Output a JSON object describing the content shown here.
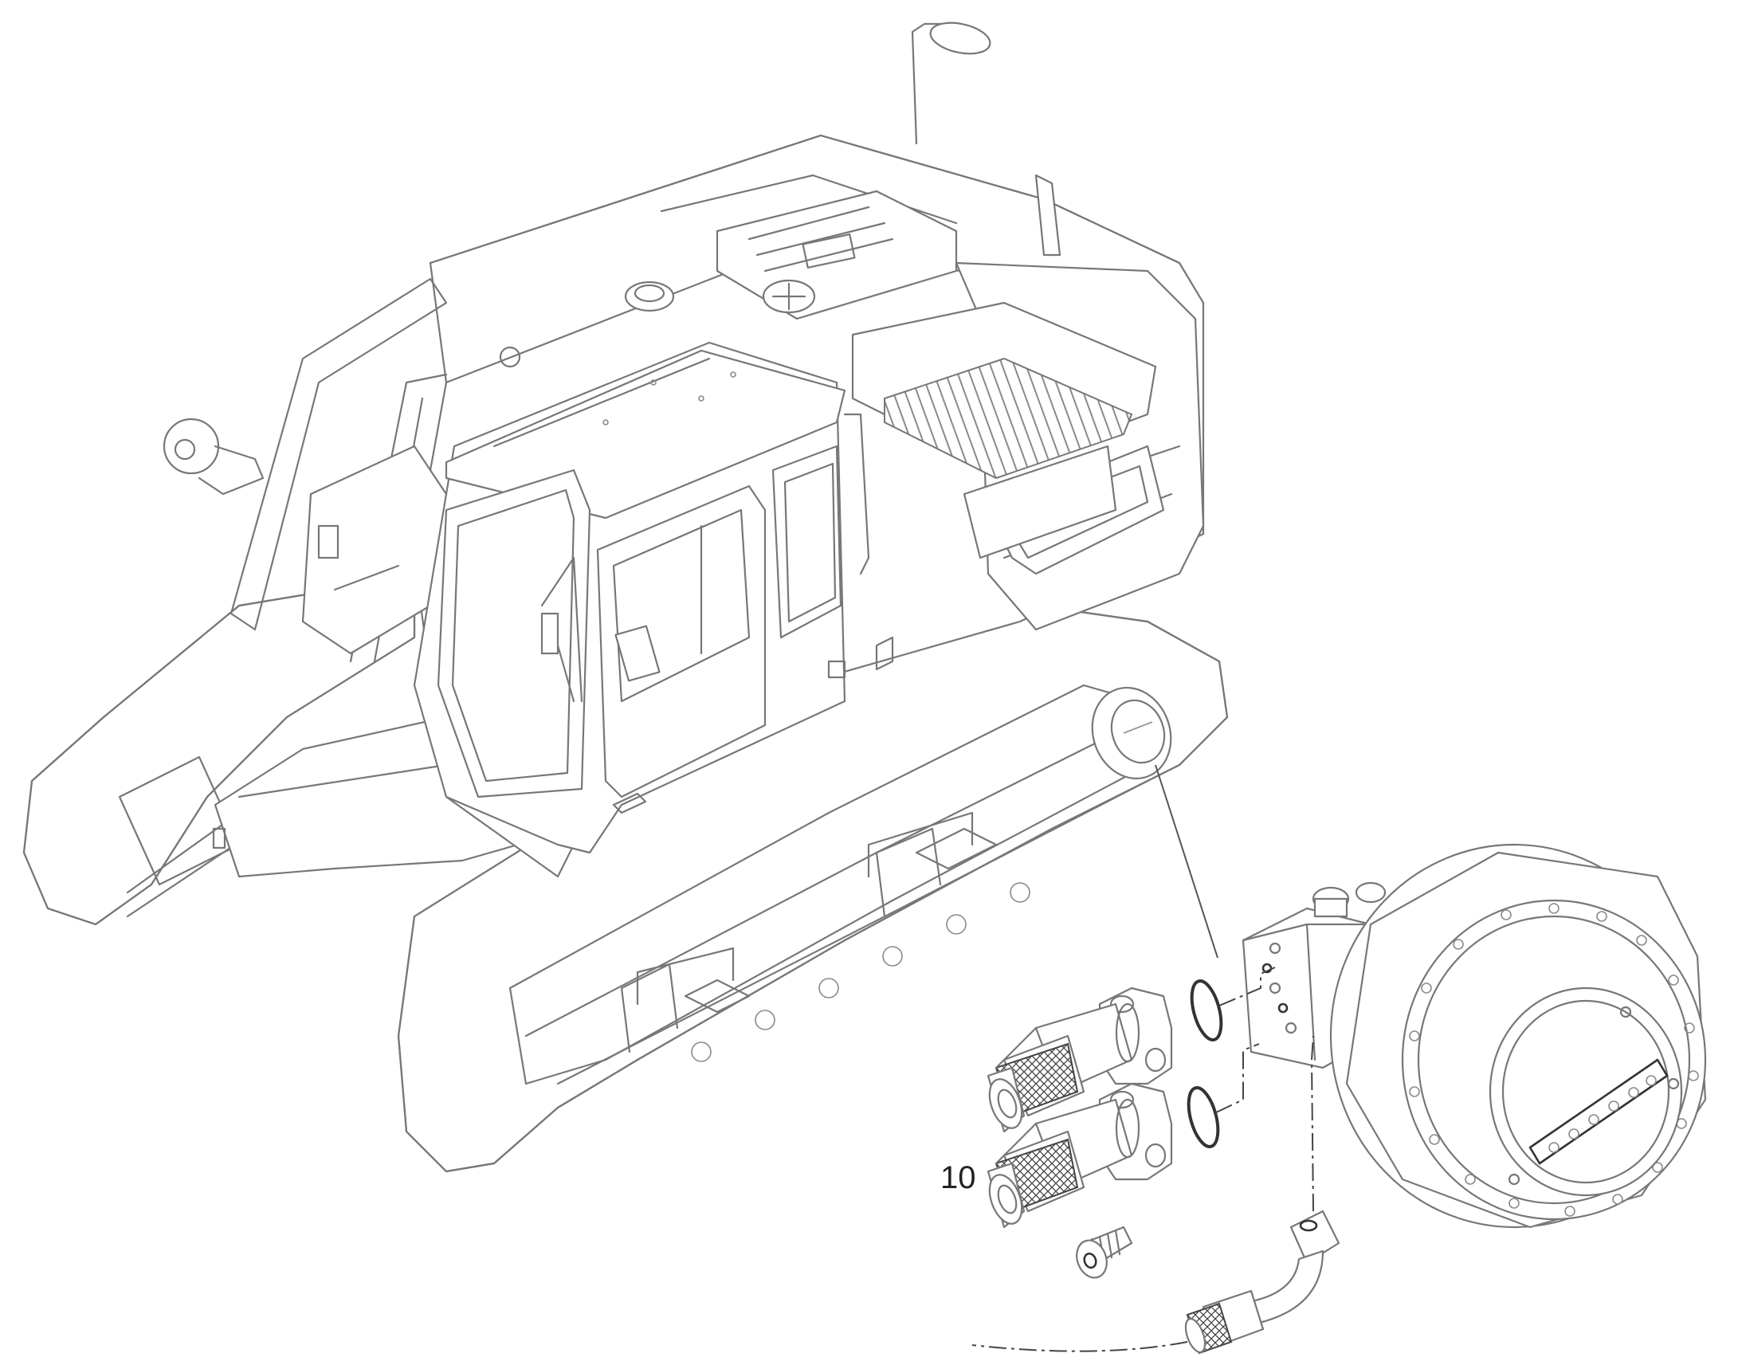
{
  "diagram": {
    "callouts": [
      {
        "id": "item-10",
        "label": "10"
      }
    ],
    "parts": [
      {
        "name": "crawler-excavator"
      },
      {
        "name": "travel-drive-gearbox"
      },
      {
        "name": "hose-with-flange-upper"
      },
      {
        "name": "hose-with-flange-lower"
      },
      {
        "name": "o-ring-upper"
      },
      {
        "name": "o-ring-lower"
      },
      {
        "name": "socket-head-cap-screw"
      },
      {
        "name": "elbow-hose-fitting"
      }
    ],
    "colors": {
      "line": "#777777",
      "detail": "#333333",
      "text": "#222222",
      "background": "#ffffff"
    }
  }
}
